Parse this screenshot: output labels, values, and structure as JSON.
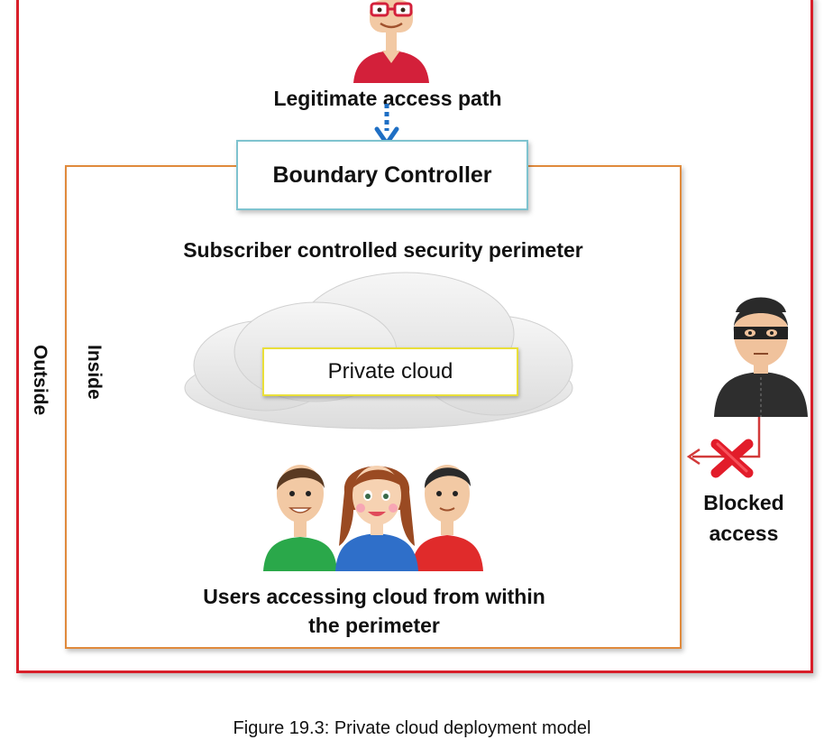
{
  "legitimate_access_label": "Legitimate access path",
  "boundary_controller_label": "Boundary Controller",
  "perimeter_label": "Subscriber controlled security perimeter",
  "private_cloud_label": "Private cloud",
  "outside_label": "Outside",
  "inside_label": "Inside",
  "users_label_line1": "Users accessing cloud from within",
  "users_label_line2": "the perimeter",
  "blocked_label_line1": "Blocked",
  "blocked_label_line2": "access",
  "caption": "Figure 19.3: Private cloud deployment model",
  "colors": {
    "outer_border": "#d81f2a",
    "inner_border": "#e08a3c",
    "boundary_border": "#7fc3cf",
    "private_cloud_border": "#e9df3a",
    "legit_arrow": "#1f6fc4",
    "blocked_arrow": "#d23a3a"
  }
}
